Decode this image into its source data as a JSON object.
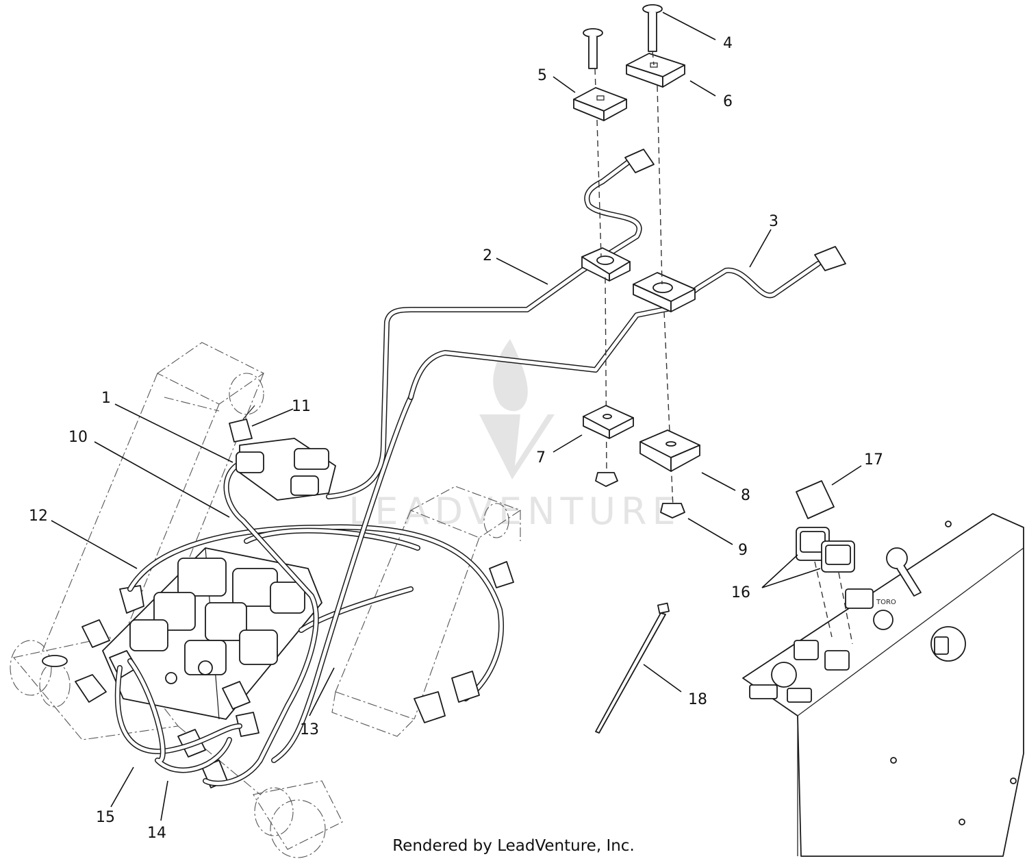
{
  "watermark": {
    "text": "LEADVENTURE",
    "color": "#000000"
  },
  "footer": {
    "text": "Rendered by LeadVenture, Inc."
  },
  "callouts": [
    {
      "id": "1",
      "label": "1"
    },
    {
      "id": "2",
      "label": "2"
    },
    {
      "id": "3",
      "label": "3"
    },
    {
      "id": "4",
      "label": "4"
    },
    {
      "id": "5",
      "label": "5"
    },
    {
      "id": "6",
      "label": "6"
    },
    {
      "id": "7",
      "label": "7"
    },
    {
      "id": "8",
      "label": "8"
    },
    {
      "id": "9",
      "label": "9"
    },
    {
      "id": "10",
      "label": "10"
    },
    {
      "id": "11",
      "label": "11"
    },
    {
      "id": "12",
      "label": "12"
    },
    {
      "id": "13",
      "label": "13"
    },
    {
      "id": "14",
      "label": "14"
    },
    {
      "id": "15",
      "label": "15"
    },
    {
      "id": "16",
      "label": "16"
    },
    {
      "id": "17",
      "label": "17"
    },
    {
      "id": "18",
      "label": "18"
    }
  ],
  "panel": {
    "logo_text": "TORO"
  }
}
